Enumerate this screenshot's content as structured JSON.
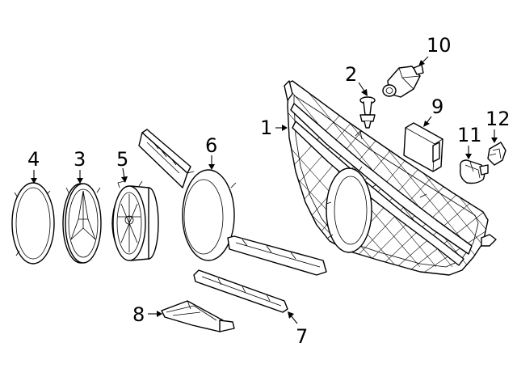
{
  "diagram": {
    "callouts": [
      {
        "id": "p1",
        "label": "1"
      },
      {
        "id": "p2",
        "label": "2"
      },
      {
        "id": "p3",
        "label": "3"
      },
      {
        "id": "p4",
        "label": "4"
      },
      {
        "id": "p5",
        "label": "5"
      },
      {
        "id": "p6",
        "label": "6"
      },
      {
        "id": "p7",
        "label": "7"
      },
      {
        "id": "p8",
        "label": "8"
      },
      {
        "id": "p9",
        "label": "9"
      },
      {
        "id": "p10",
        "label": "10"
      },
      {
        "id": "p11",
        "label": "11"
      },
      {
        "id": "p12",
        "label": "12"
      }
    ]
  }
}
